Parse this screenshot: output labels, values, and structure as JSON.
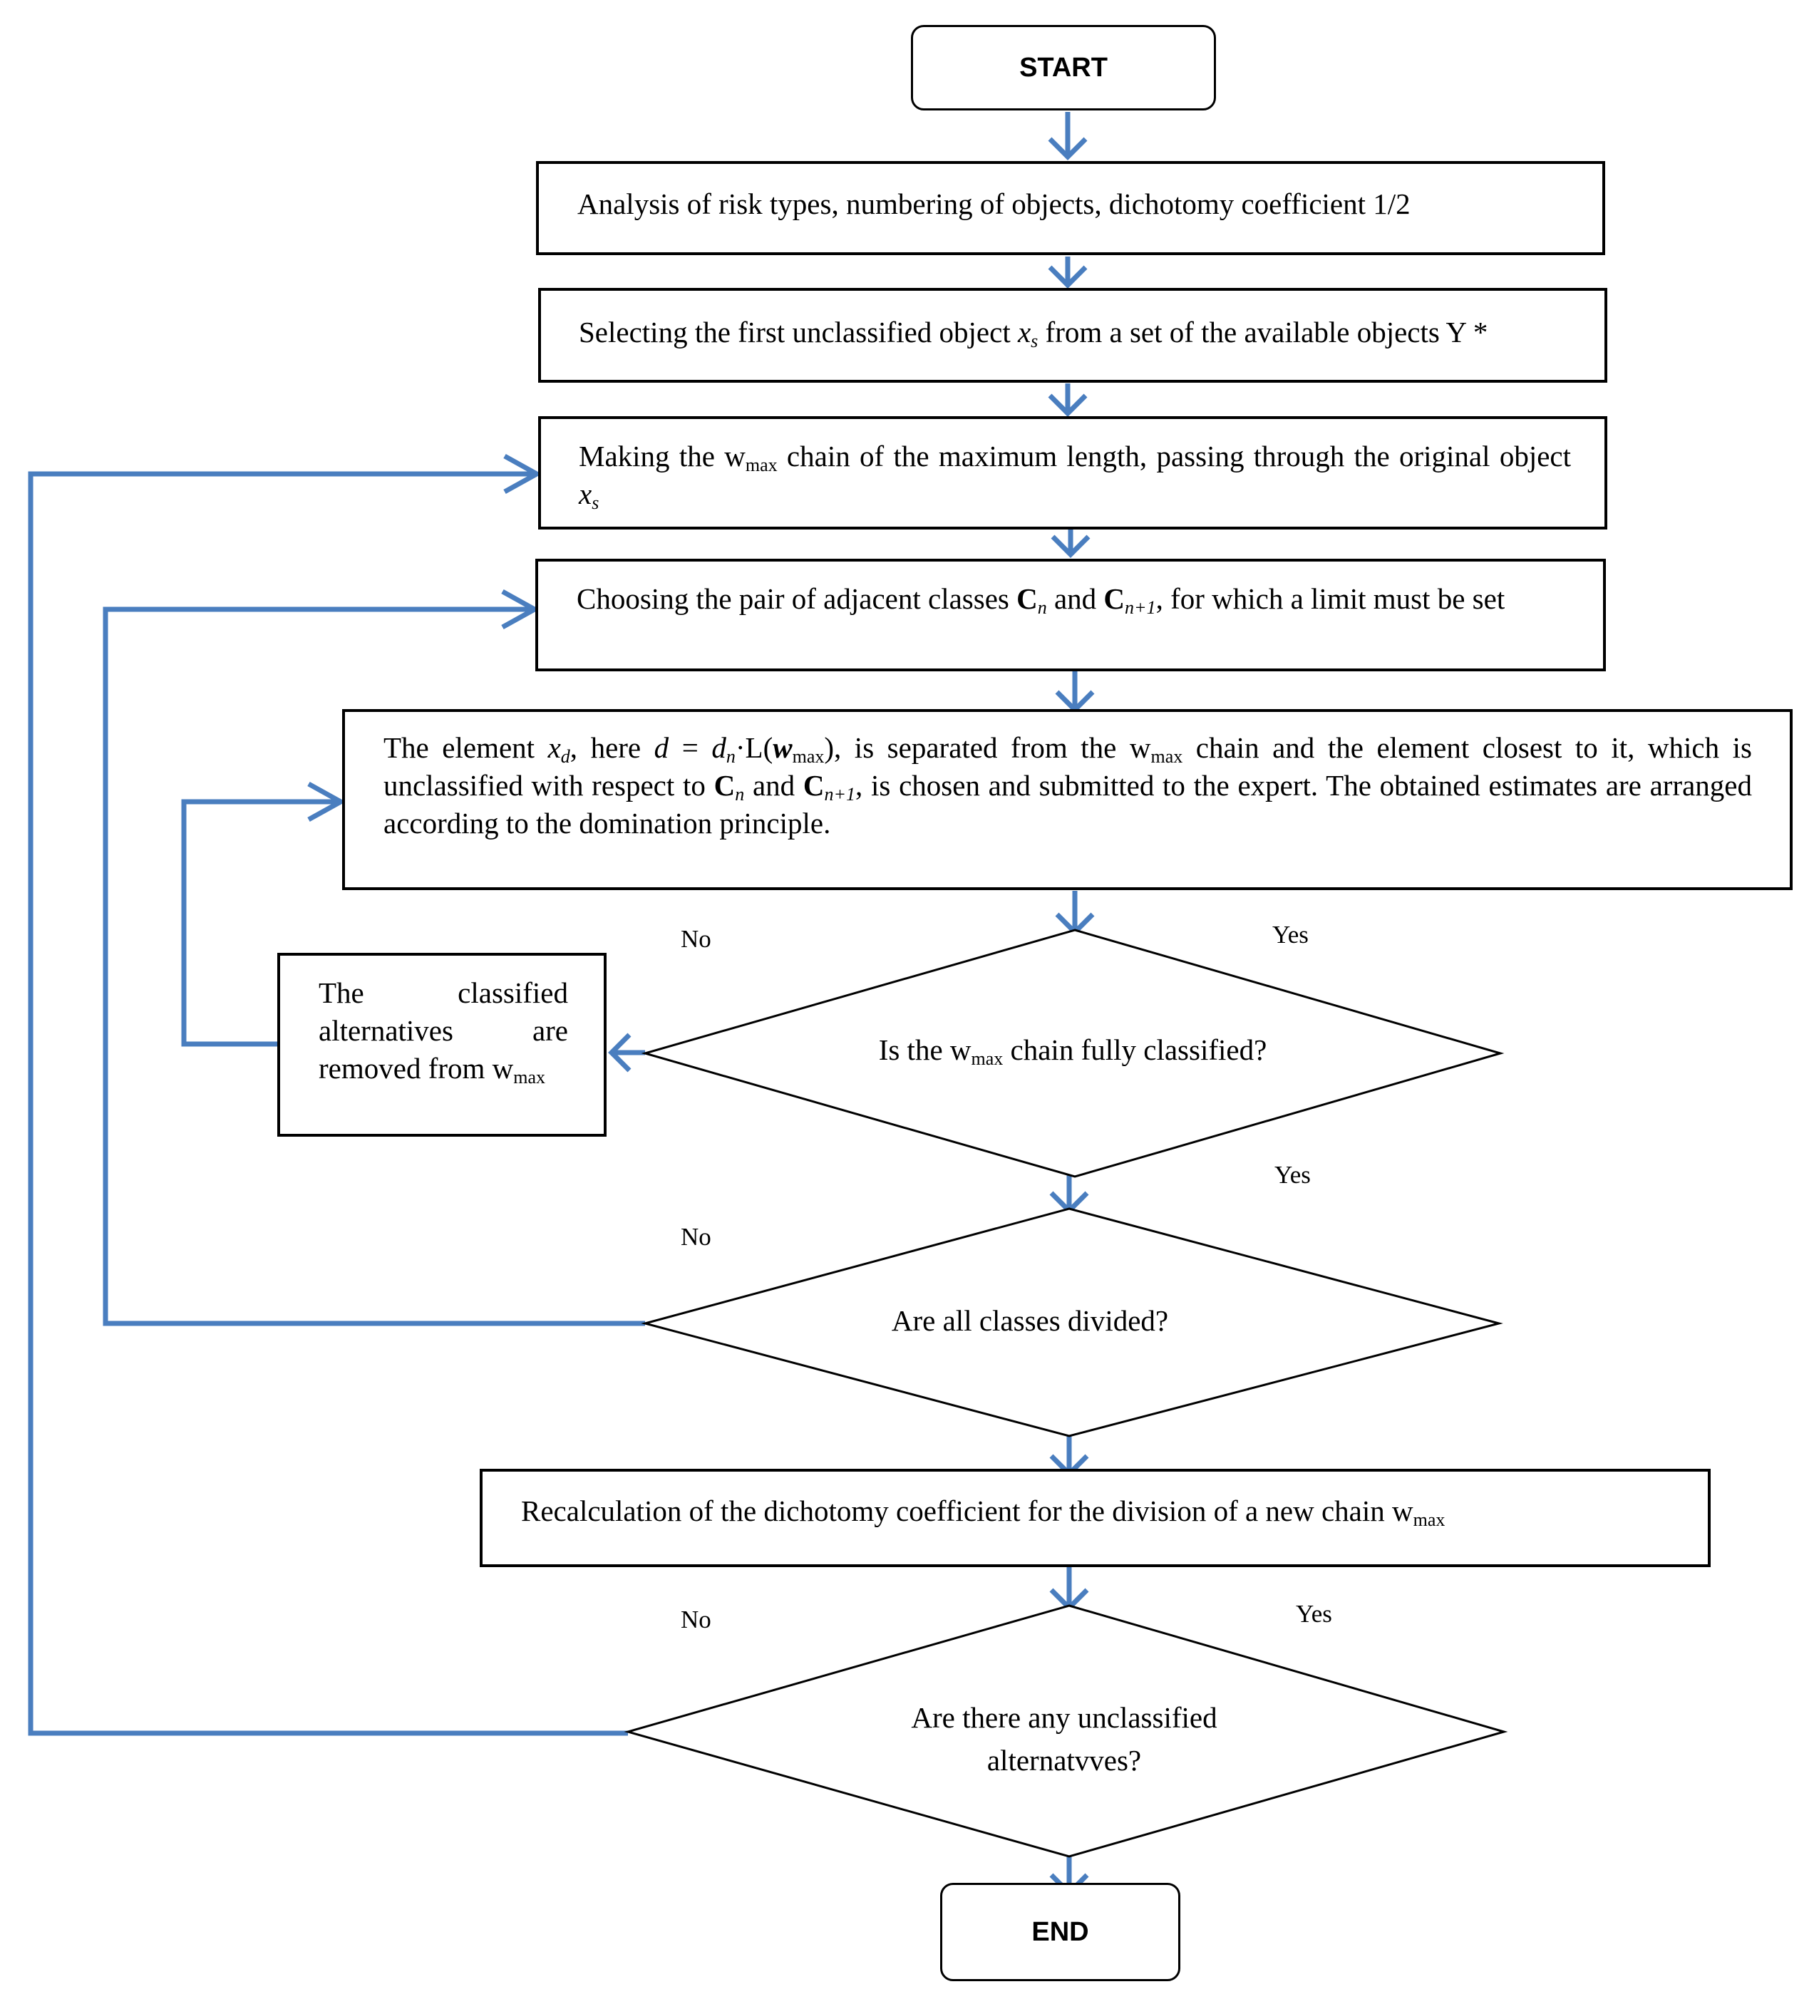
{
  "flowchart": {
    "start": "START",
    "end": "END",
    "step1": "Analysis of risk types, numbering of objects, dichotomy coefficient 1/2",
    "step2": {
      "pre": "Selecting the first unclassified object ",
      "var": "x",
      "sub": "s",
      "post": " from a set of the available objects Y *"
    },
    "step3": {
      "pre": "Making the w",
      "sub": "max",
      "mid": " chain of the maximum length, passing through the original object ",
      "var": "x",
      "var_sub": "s"
    },
    "step4": {
      "pre": "Choosing the pair of adjacent classes ",
      "c1": "C",
      "c1_sub": "n",
      "mid": " and ",
      "c2": "C",
      "c2_sub": "n+1",
      "post": ", for which a limit must be set"
    },
    "step5": {
      "t1": "The element ",
      "xd": "x",
      "xd_sub": "d",
      "t2": ", here ",
      "d": "d",
      "t3": " = ",
      "dn": "d",
      "dn_sub": "n",
      "t4": "·L(",
      "w": "w",
      "w_sub": "max",
      "t5": "), is separated from the w",
      "w2_sub": "max",
      "t6": " chain and the element closest to it, which is unclassified with respect to ",
      "c1": "C",
      "c1_sub": "n",
      "t7": " and ",
      "c2": "C",
      "c2_sub": "n+1",
      "t8": ", is chosen and submitted to the expert. The obtained estimates are arranged according to the domination principle."
    },
    "removed_box": {
      "pre": "The classified alternatives are removed from w",
      "sub": "max"
    },
    "decision1": {
      "pre": "Is the w",
      "sub": "max",
      "post": " chain fully classified?",
      "no": "No",
      "yes": "Yes"
    },
    "decision2": {
      "text": "Are all classes divided?",
      "no": "No",
      "yes": "Yes"
    },
    "step6": {
      "pre": "Recalculation of the dichotomy coefficient for the division of a new chain w",
      "sub": "max"
    },
    "decision3": {
      "line1": "Are there any unclassified",
      "line2": "alternatvves?",
      "no": "No",
      "yes": "Yes"
    }
  },
  "colors": {
    "arrow": "#4a7ebf",
    "border": "#000000",
    "background": "#ffffff"
  }
}
